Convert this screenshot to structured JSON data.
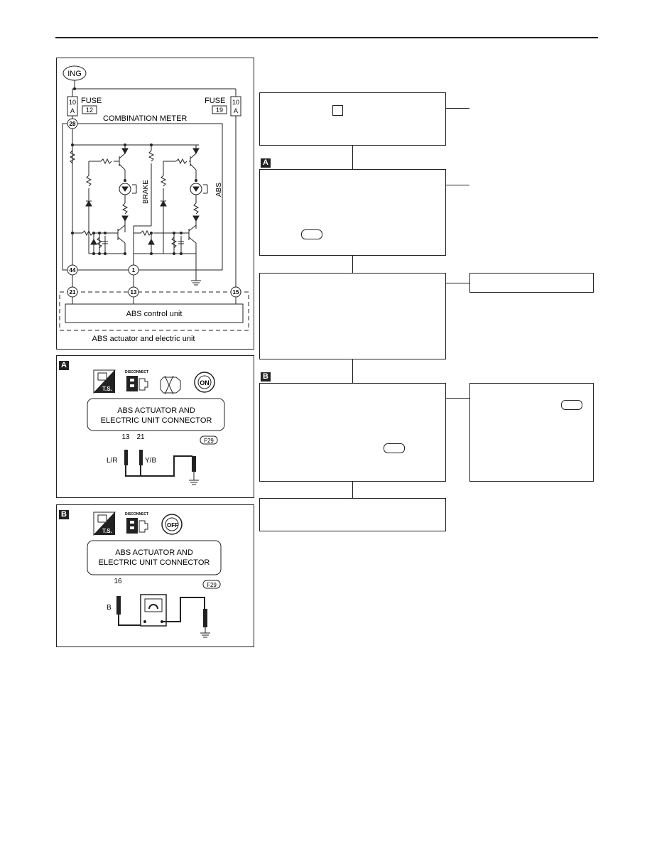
{
  "wiring": {
    "ign_label": "ING",
    "fuse_left_amp_top": "10",
    "fuse_left_amp_bottom": "A",
    "fuse_left_label": "FUSE",
    "fuse_left_num": "12",
    "fuse_right_label": "FUSE",
    "fuse_right_num": "19",
    "fuse_right_amp_top": "10",
    "fuse_right_amp_bottom": "A",
    "meter_label": "COMBINATION METER",
    "brake_label": "BRAKE",
    "abs_label": "ABS",
    "terminals": [
      "28",
      "44",
      "1",
      "21",
      "13",
      "15"
    ],
    "control_unit_label": "ABS control unit",
    "actuator_label": "ABS actuator and electric unit"
  },
  "panel_a": {
    "letter": "A",
    "icon_ts": "T.S.",
    "icon_disconnect": "DISCONNECT",
    "icon_on": "ON",
    "connector_line1": "ABS ACTUATOR AND",
    "connector_line2": "ELECTRIC UNIT CONNECTOR",
    "connector_code": "F29",
    "pin_left": "13",
    "pin_right": "21",
    "wire_left": "L/R",
    "wire_right": "Y/B"
  },
  "panel_b": {
    "letter": "B",
    "icon_ts": "T.S.",
    "icon_disconnect": "DISCONNECT",
    "icon_off": "OFF",
    "connector_line1": "ABS ACTUATOR AND",
    "connector_line2": "ELECTRIC UNIT CONNECTOR",
    "connector_code": "F29",
    "pin": "16",
    "wire": "B"
  },
  "flow": {
    "letter_a": "A",
    "letter_b": "B"
  }
}
